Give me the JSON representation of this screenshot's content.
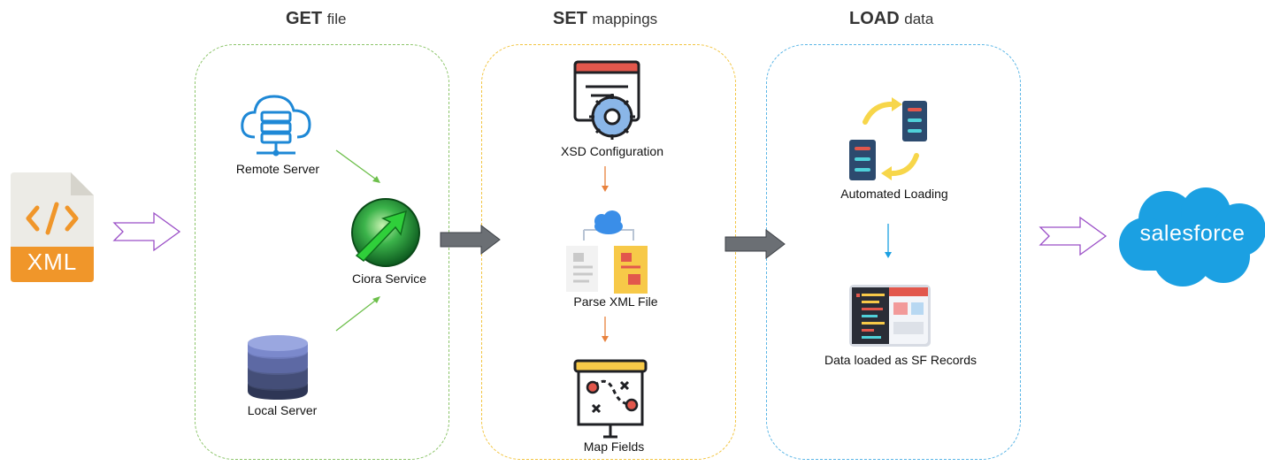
{
  "stages": [
    {
      "bold": "GET",
      "rest": "file"
    },
    {
      "bold": "SET",
      "rest": "mappings"
    },
    {
      "bold": "LOAD",
      "rest": "data"
    }
  ],
  "source_file": {
    "label": "XML",
    "icon": "xml-file-icon"
  },
  "get_nodes": {
    "remote": "Remote Server",
    "local": "Local Server",
    "service": "Ciora Service"
  },
  "set_nodes": {
    "xsd": "XSD Configuration",
    "parse": "Parse XML File",
    "map": "Map Fields"
  },
  "load_nodes": {
    "auto": "Automated Loading",
    "records": "Data loaded as SF Records"
  },
  "target": {
    "label": "salesforce"
  },
  "colors": {
    "get_border": "#8cc56a",
    "set_border": "#f2c542",
    "load_border": "#5bb6e6",
    "arrow_gray": "#6b6f74",
    "hollow_arrow": "#9b4fc7",
    "salesforce_blue": "#1ba0e2",
    "xml_orange": "#f0962a"
  }
}
